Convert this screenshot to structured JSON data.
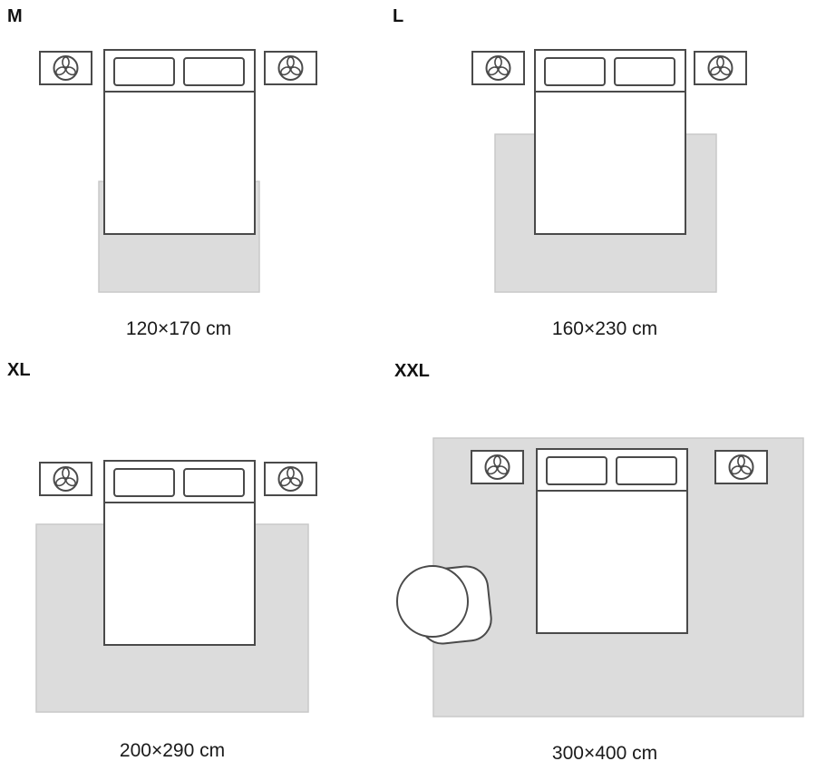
{
  "panels": [
    {
      "label": "M",
      "dimensions": "120×170 cm"
    },
    {
      "label": "L",
      "dimensions": "160×230 cm"
    },
    {
      "label": "XL",
      "dimensions": "200×290 cm"
    },
    {
      "label": "XXL",
      "dimensions": "300×400 cm"
    }
  ],
  "colors": {
    "rug_fill": "#dcdcdc",
    "rug_border": "#c9c9c9",
    "line": "#4a4a4a",
    "text": "#1a1a1a",
    "background": "#ffffff"
  },
  "icons": {
    "nightstand": "plant-icon",
    "chair": "armchair-icon"
  }
}
